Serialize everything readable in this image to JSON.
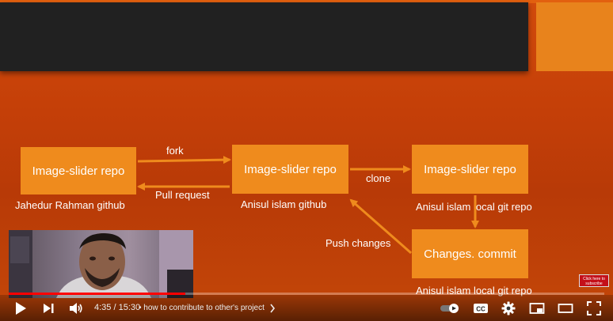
{
  "slide": {
    "colors": {
      "background": "#c84208",
      "box": "#ef8b1d",
      "banner": "#212121",
      "arrow": "#ef8b1d",
      "corner": "#e8831c"
    },
    "boxes": [
      {
        "id": "source",
        "label": "Image-slider repo",
        "caption": "Jahedur Rahman github"
      },
      {
        "id": "fork",
        "label": "Image-slider repo",
        "caption": "Anisul islam github"
      },
      {
        "id": "local",
        "label": "Image-slider repo",
        "caption": "Anisul islam local git repo"
      },
      {
        "id": "commit",
        "label": "Changes. commit",
        "caption": "Anisul islam local git repo"
      }
    ],
    "edges": {
      "fork": "fork",
      "pull_request": "Pull request",
      "clone": "clone",
      "push": "Push changes"
    }
  },
  "overlay": {
    "subscribe_badge": "Click here to subscribe"
  },
  "player": {
    "current_time": "4:35",
    "duration": "15:30",
    "time_display": "4:35 / 15:30",
    "chapter_title": "how to contribute to other's project",
    "chapter_separator": "•",
    "progress_fraction": 0.296,
    "icons": {
      "play": "play-icon",
      "next": "next-icon",
      "volume": "volume-icon",
      "autoplay": "autoplay-toggle-icon",
      "captions": "cc-icon",
      "settings": "gear-icon",
      "miniplayer": "miniplayer-icon",
      "theater": "theater-mode-icon",
      "fullscreen": "fullscreen-icon"
    },
    "captions_label": "CC"
  }
}
